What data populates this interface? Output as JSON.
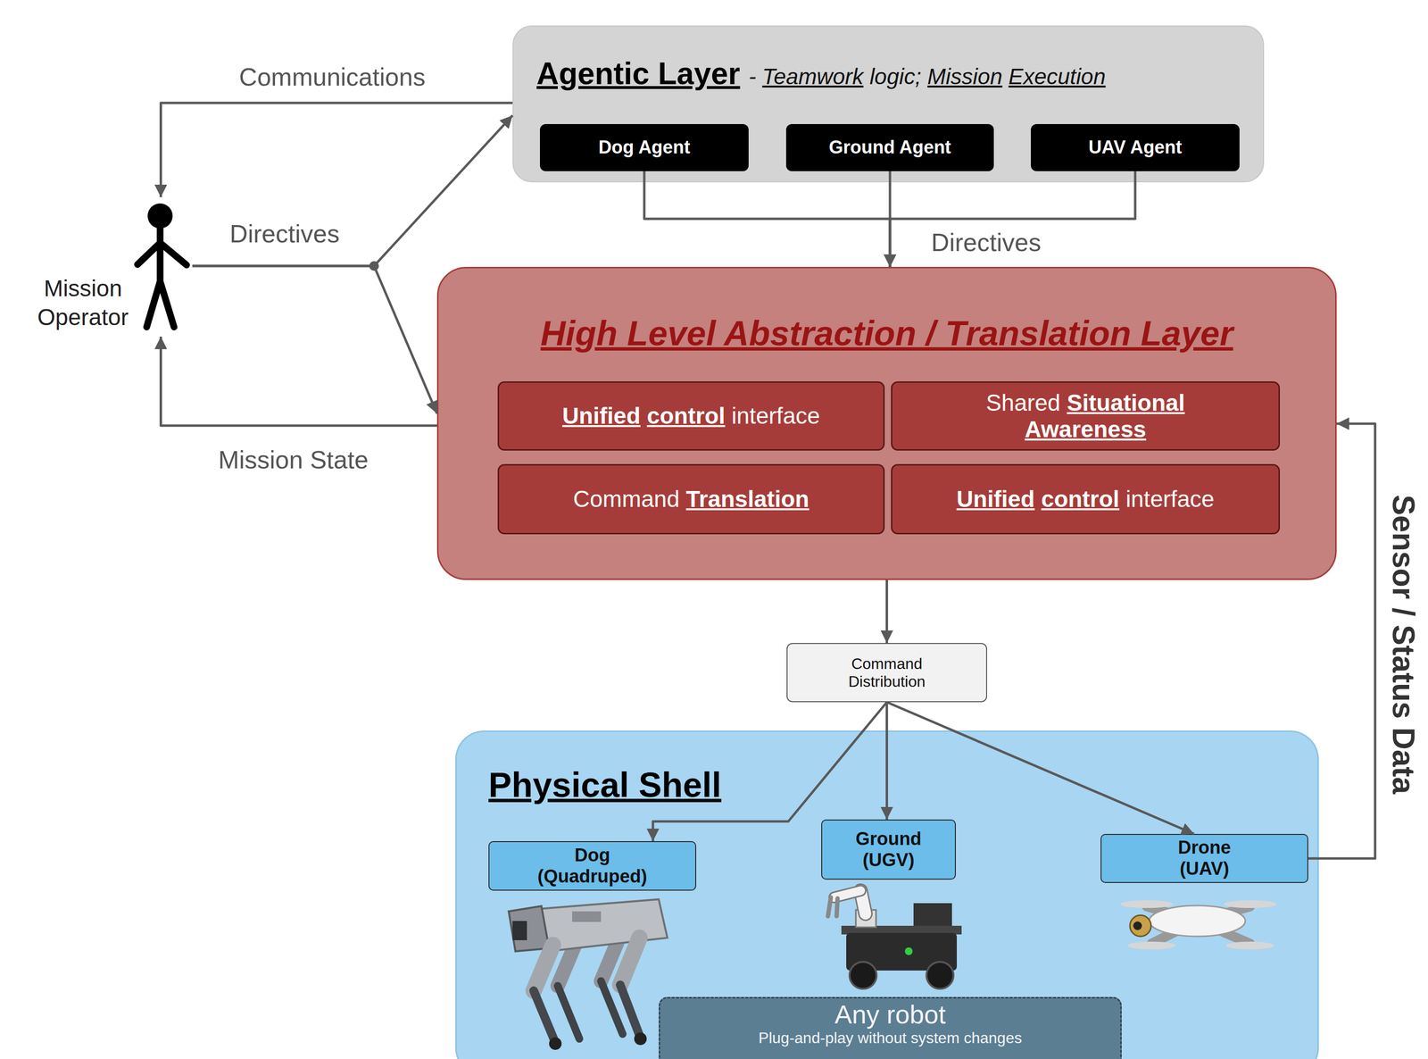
{
  "diagram": {
    "nodes": [
      {
        "text": [
          "Agentic Layer",
          "- Teamwork logic; Mission Execution"
        ]
      },
      {
        "text": [
          "Dog Agent"
        ],
        "in": 0
      },
      {
        "text": [
          "Ground Agent"
        ],
        "in": 0
      },
      {
        "text": [
          "UAV Agent"
        ],
        "in": 0
      },
      {
        "text": [
          "Mission Operator"
        ]
      },
      {
        "text": [
          "High Level Abstraction / Translation Layer"
        ]
      },
      {
        "text": [
          "Unified control interface"
        ],
        "in": 5
      },
      {
        "text": [
          "Shared Situational Awareness"
        ],
        "in": 5
      },
      {
        "text": [
          "Command Translation"
        ],
        "in": 5
      },
      {
        "text": [
          "Unified control interface"
        ],
        "in": 5
      },
      {
        "text": [
          "Command Distribution"
        ]
      },
      {
        "text": [
          "Physical Shell"
        ]
      },
      {
        "text": [
          "Dog (Quadruped)"
        ],
        "in": 11
      },
      {
        "text": [
          "Ground (UGV)"
        ],
        "in": 11
      },
      {
        "text": [
          "Drone (UAV)"
        ],
        "in": 11
      },
      {
        "text": [
          "Any robot",
          "Plug-and-play without system changes"
        ],
        "in": 11
      }
    ],
    "edges": [
      {
        "from": 0,
        "to": 4,
        "arrow": "to",
        "label": "Communications"
      },
      {
        "from": 4,
        "to": 0,
        "arrow": "to",
        "label": "Directives"
      },
      {
        "from": 4,
        "to": 5,
        "arrow": "to"
      },
      {
        "from": 5,
        "to": 4,
        "arrow": "to",
        "label": "Mission State"
      },
      {
        "from": 1,
        "to": 5,
        "arrow": "to"
      },
      {
        "from": 2,
        "to": 5,
        "arrow": "to",
        "label": "Directives"
      },
      {
        "from": 3,
        "to": 5,
        "arrow": "to"
      },
      {
        "from": 5,
        "to": 10,
        "arrow": "to"
      },
      {
        "from": 10,
        "to": 12,
        "arrow": "to"
      },
      {
        "from": 10,
        "to": 13,
        "arrow": "to"
      },
      {
        "from": 10,
        "to": 14,
        "arrow": "to"
      },
      {
        "from": 14,
        "to": 5,
        "arrow": "to",
        "label": "Sensor / Status Data"
      }
    ]
  }
}
